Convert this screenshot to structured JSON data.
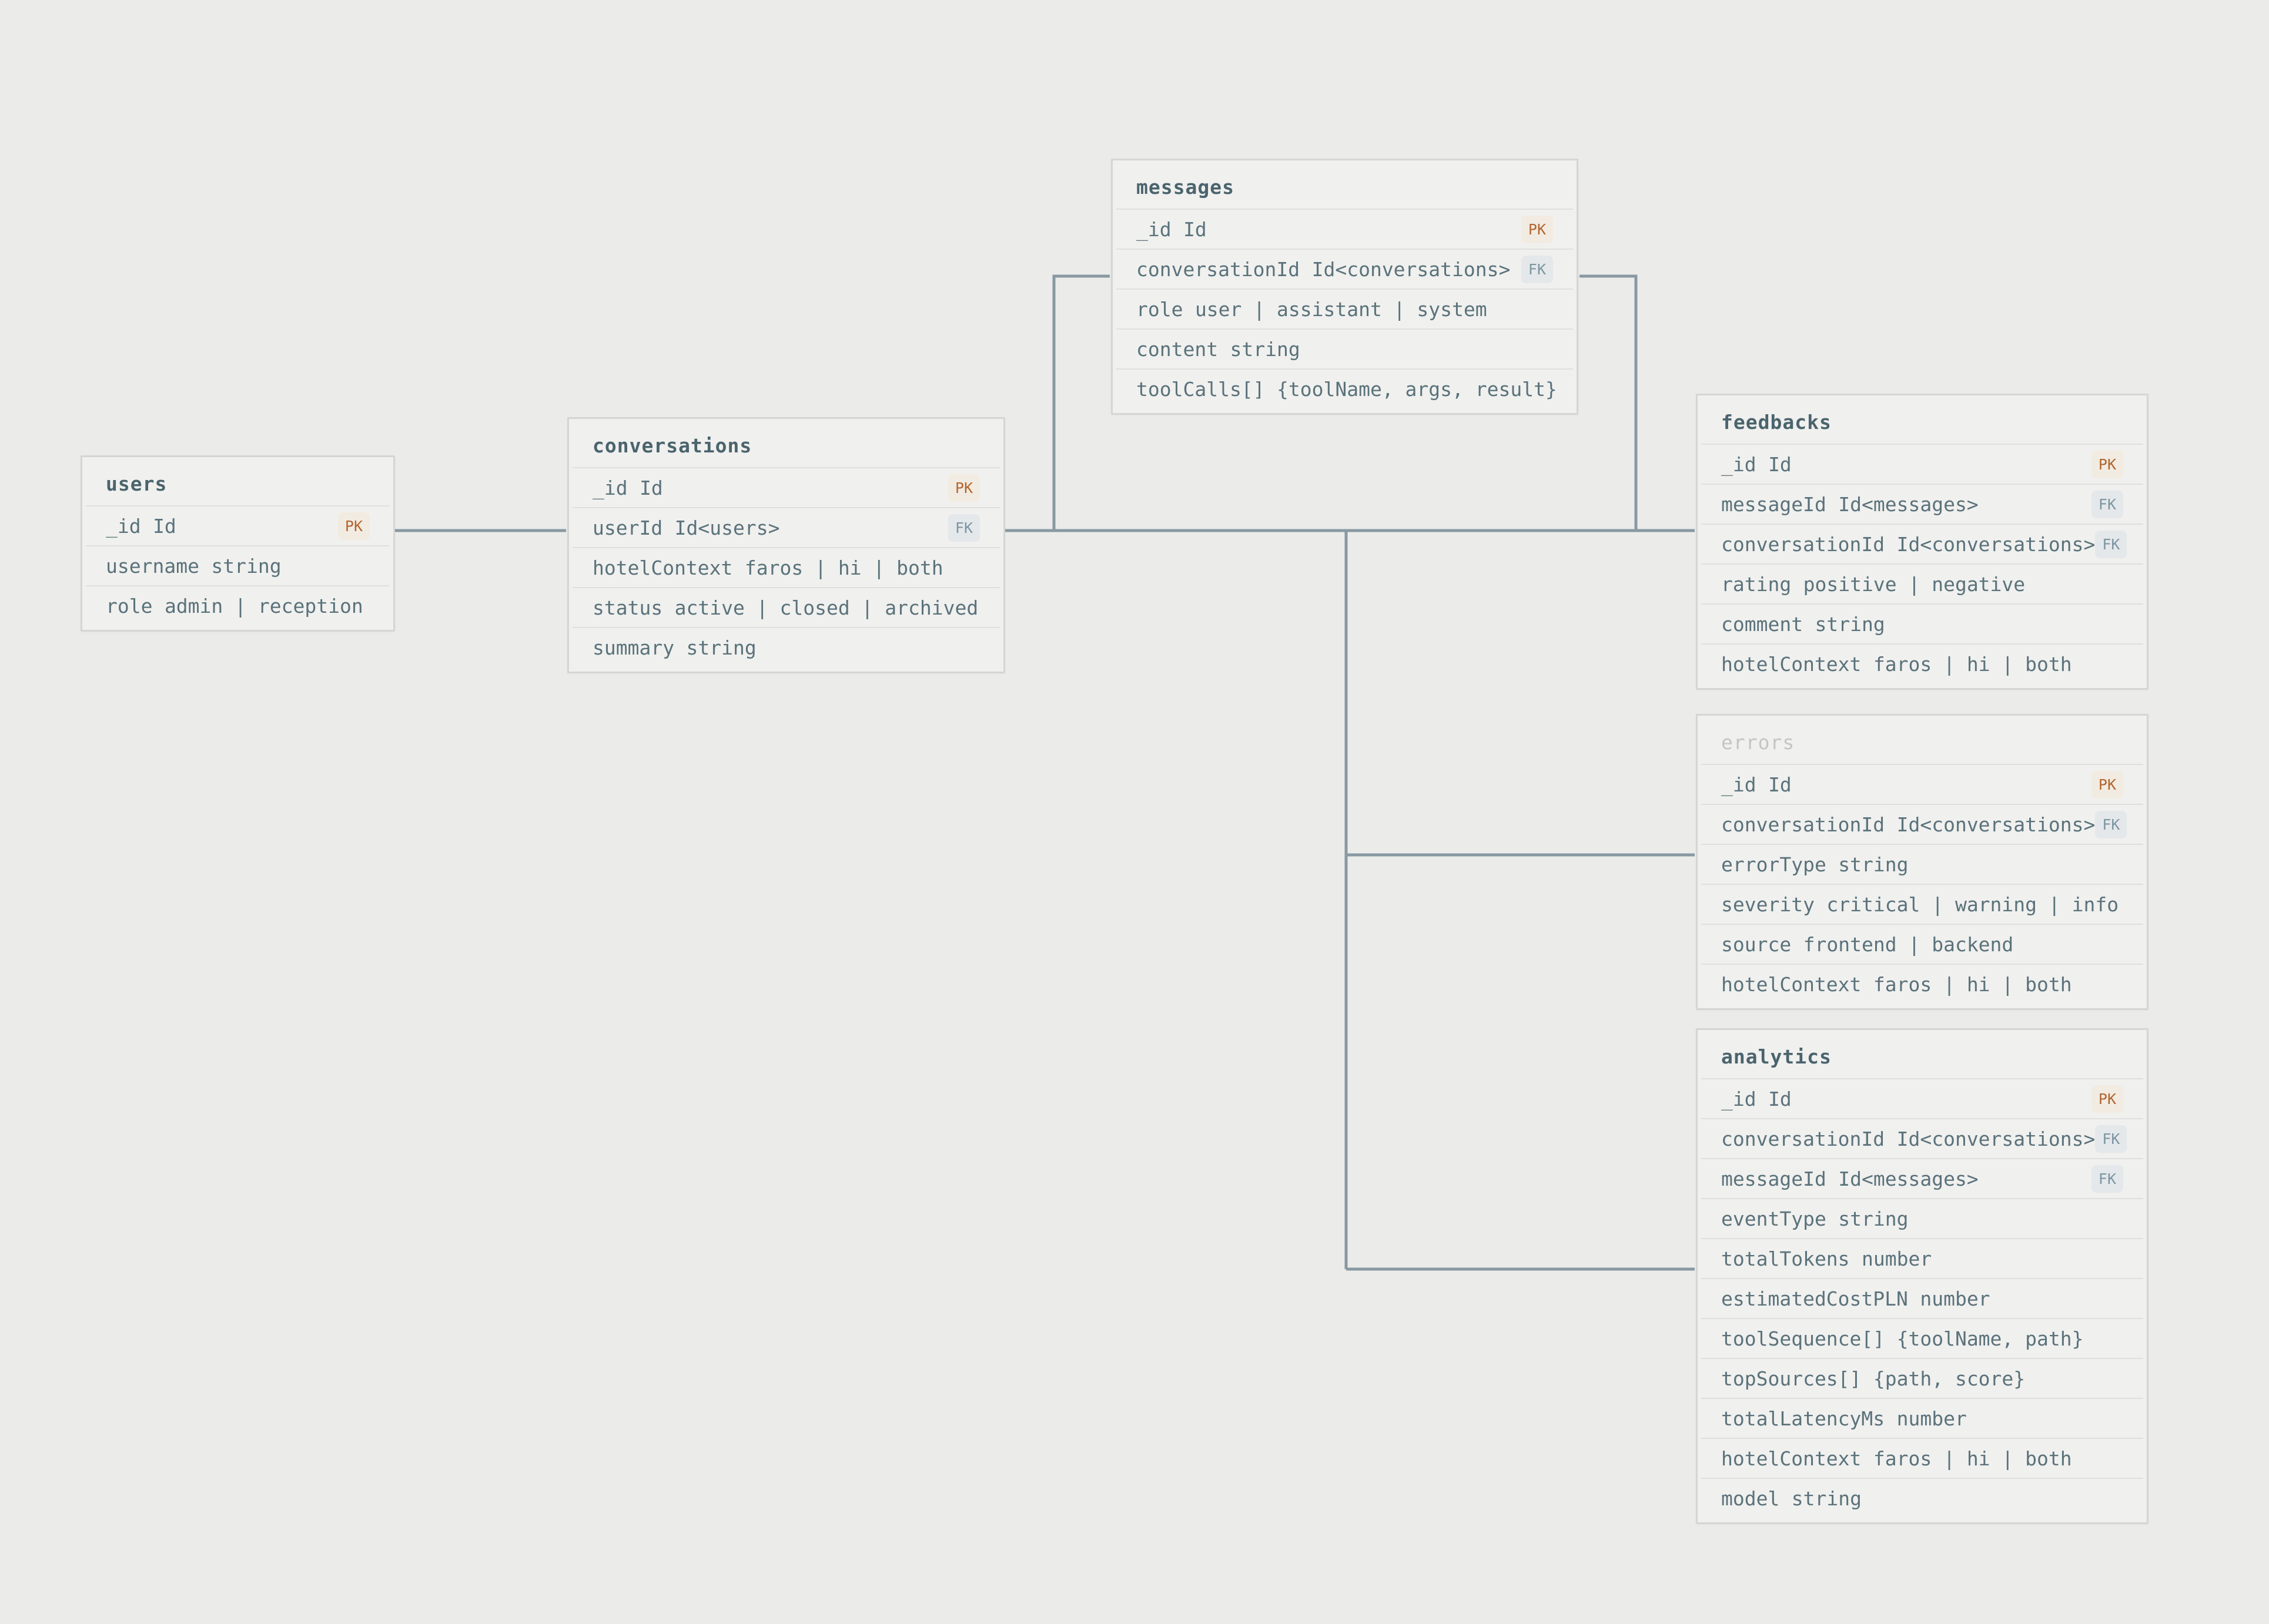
{
  "diagram": {
    "kind": "entity-relationship-schema",
    "colors": {
      "page_background": "#ebebe9",
      "card_background": "#f0f0ee",
      "card_border": "#d5d6d3",
      "row_separator": "#dfe0dd",
      "field_text": "#5a727b",
      "title_text": "#4a646d",
      "muted_title_text": "#c3c6c4",
      "relationship_line": "#8899a2",
      "pk_text": "#b2652f",
      "pk_background": "#f2ebe1",
      "fk_text": "#7b96a3",
      "fk_background": "#e4e8ea"
    },
    "badges": {
      "primary_key": "PK",
      "foreign_key": "FK"
    },
    "tables": [
      {
        "id": "users",
        "title": "users",
        "muted": false,
        "fields": [
          {
            "name": "_id",
            "type": "Id",
            "badge": "PK"
          },
          {
            "name": "username",
            "type": "string",
            "badge": null
          },
          {
            "name": "role",
            "type": "admin | reception",
            "badge": null
          }
        ]
      },
      {
        "id": "conversations",
        "title": "conversations",
        "muted": false,
        "fields": [
          {
            "name": "_id",
            "type": "Id",
            "badge": "PK"
          },
          {
            "name": "userId",
            "type": "Id<users>",
            "badge": "FK"
          },
          {
            "name": "hotelContext",
            "type": "faros | hi | both",
            "badge": null
          },
          {
            "name": "status",
            "type": "active | closed | archived",
            "badge": null
          },
          {
            "name": "summary",
            "type": "string",
            "badge": null
          }
        ]
      },
      {
        "id": "messages",
        "title": "messages",
        "muted": false,
        "fields": [
          {
            "name": "_id",
            "type": "Id",
            "badge": "PK"
          },
          {
            "name": "conversationId",
            "type": "Id<conversations>",
            "badge": "FK"
          },
          {
            "name": "role",
            "type": "user | assistant | system",
            "badge": null
          },
          {
            "name": "content",
            "type": "string",
            "badge": null
          },
          {
            "name": "toolCalls[]",
            "type": "{toolName, args, result}",
            "badge": null
          }
        ]
      },
      {
        "id": "feedbacks",
        "title": "feedbacks",
        "muted": false,
        "fields": [
          {
            "name": "_id",
            "type": "Id",
            "badge": "PK"
          },
          {
            "name": "messageId",
            "type": "Id<messages>",
            "badge": "FK"
          },
          {
            "name": "conversationId",
            "type": "Id<conversations>",
            "badge": "FK"
          },
          {
            "name": "rating",
            "type": "positive | negative",
            "badge": null
          },
          {
            "name": "comment",
            "type": "string",
            "badge": null
          },
          {
            "name": "hotelContext",
            "type": "faros | hi | both",
            "badge": null
          }
        ]
      },
      {
        "id": "errors",
        "title": "errors",
        "muted": true,
        "fields": [
          {
            "name": "_id",
            "type": "Id",
            "badge": "PK"
          },
          {
            "name": "conversationId",
            "type": "Id<conversations>",
            "badge": "FK"
          },
          {
            "name": "errorType",
            "type": "string",
            "badge": null
          },
          {
            "name": "severity",
            "type": "critical | warning | info",
            "badge": null
          },
          {
            "name": "source",
            "type": "frontend | backend",
            "badge": null
          },
          {
            "name": "hotelContext",
            "type": "faros | hi | both",
            "badge": null
          }
        ]
      },
      {
        "id": "analytics",
        "title": "analytics",
        "muted": false,
        "fields": [
          {
            "name": "_id",
            "type": "Id",
            "badge": "PK"
          },
          {
            "name": "conversationId",
            "type": "Id<conversations>",
            "badge": "FK"
          },
          {
            "name": "messageId",
            "type": "Id<messages>",
            "badge": "FK"
          },
          {
            "name": "eventType",
            "type": "string",
            "badge": null
          },
          {
            "name": "totalTokens",
            "type": "number",
            "badge": null
          },
          {
            "name": "estimatedCostPLN",
            "type": "number",
            "badge": null
          },
          {
            "name": "toolSequence[]",
            "type": "{toolName, path}",
            "badge": null
          },
          {
            "name": "topSources[]",
            "type": "{path, score}",
            "badge": null
          },
          {
            "name": "totalLatencyMs",
            "type": "number",
            "badge": null
          },
          {
            "name": "hotelContext",
            "type": "faros | hi | both",
            "badge": null
          },
          {
            "name": "model",
            "type": "string",
            "badge": null
          }
        ]
      }
    ],
    "relationships": [
      {
        "from": "users._id",
        "to": "conversations.userId"
      },
      {
        "from": "conversations._id",
        "to": "messages.conversationId"
      },
      {
        "from": "conversations._id",
        "to": "feedbacks.conversationId"
      },
      {
        "from": "conversations._id",
        "to": "errors.conversationId"
      },
      {
        "from": "conversations._id",
        "to": "analytics.conversationId"
      }
    ]
  }
}
